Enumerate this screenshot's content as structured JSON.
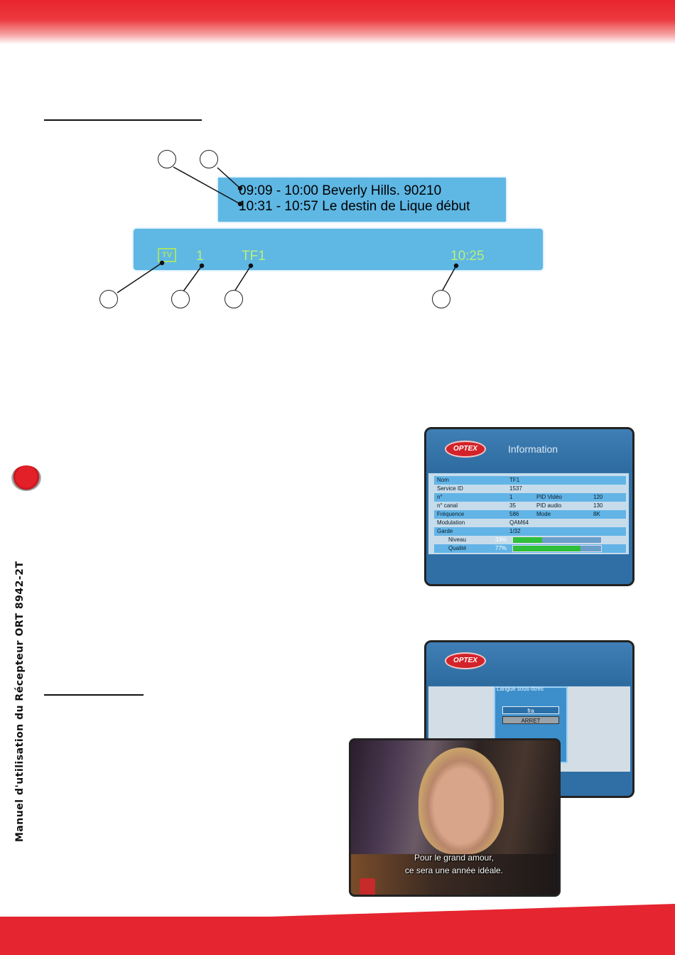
{
  "page": {
    "side_title": "Manuel d'utilisation du Récepteur ORT 8942-2T"
  },
  "osd": {
    "epg_line_1": "09:09 - 10:00 Beverly  Hills. 90210",
    "epg_line_2": "10:31 - 10:57 Le destin de Lique début",
    "tv_icon": "TV",
    "channel_number": "1",
    "channel_name": "TF1",
    "clock": "10:25"
  },
  "info_screen": {
    "logo": "OPTEX",
    "title": "Information",
    "rows": [
      {
        "label": "Nom",
        "value": "TF1",
        "label2": "",
        "value2": ""
      },
      {
        "label": "Service ID",
        "value": "1537",
        "label2": "",
        "value2": ""
      },
      {
        "label": "n°",
        "value": "1",
        "label2": "PID Vidéo",
        "value2": "120"
      },
      {
        "label": "n° canal",
        "value": "35",
        "label2": "PID audio",
        "value2": "130"
      },
      {
        "label": "Fréquence",
        "value": "586",
        "label2": "Mode",
        "value2": "8K"
      },
      {
        "label": "Modulation",
        "value": "QAM64",
        "label2": "",
        "value2": ""
      },
      {
        "label": "Garde",
        "value": "1/32",
        "label2": "",
        "value2": ""
      }
    ],
    "niveau_label": "Niveau",
    "niveau_value": "33%",
    "niveau_fraction": 0.33,
    "qualite_label": "Qualité",
    "qualite_value": "77%",
    "qualite_fraction": 0.77
  },
  "subtitle_screen": {
    "logo": "OPTEX",
    "menu_title": "Langue sous-titres",
    "options": [
      "fra",
      "ARRET"
    ]
  },
  "video": {
    "subtitle_line_1": "Pour le grand amour,",
    "subtitle_line_2": "ce sera une année idéale."
  },
  "colors": {
    "brand_red": "#e52530",
    "osd_blue": "#5fb7e4",
    "osd_green": "#b7f07a"
  }
}
